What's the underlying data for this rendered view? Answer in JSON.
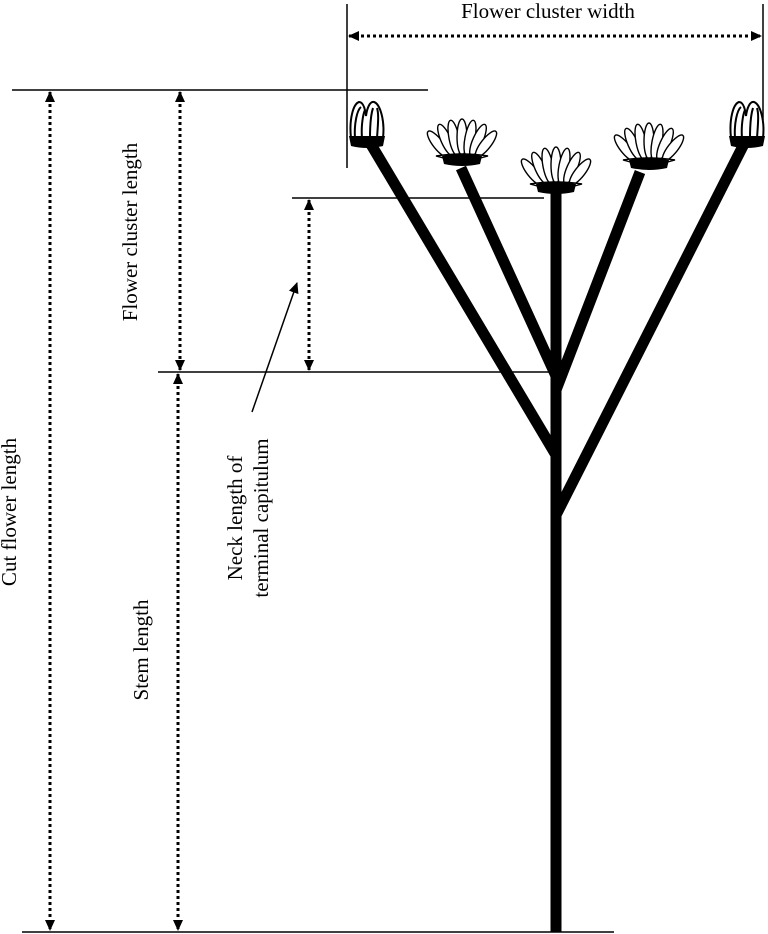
{
  "labels": {
    "flower_cluster_width": "Flower cluster width",
    "flower_cluster_length": "Flower cluster length",
    "cut_flower_length": "Cut flower length",
    "stem_length": "Stem length",
    "neck_length_line1": "Neck length of",
    "neck_length_line2": "terminal capitulum"
  },
  "colors": {
    "ink": "#000000",
    "background": "#ffffff"
  },
  "icons": [
    "flower-bud-icon",
    "open-flower-icon",
    "arrowhead-icon"
  ]
}
